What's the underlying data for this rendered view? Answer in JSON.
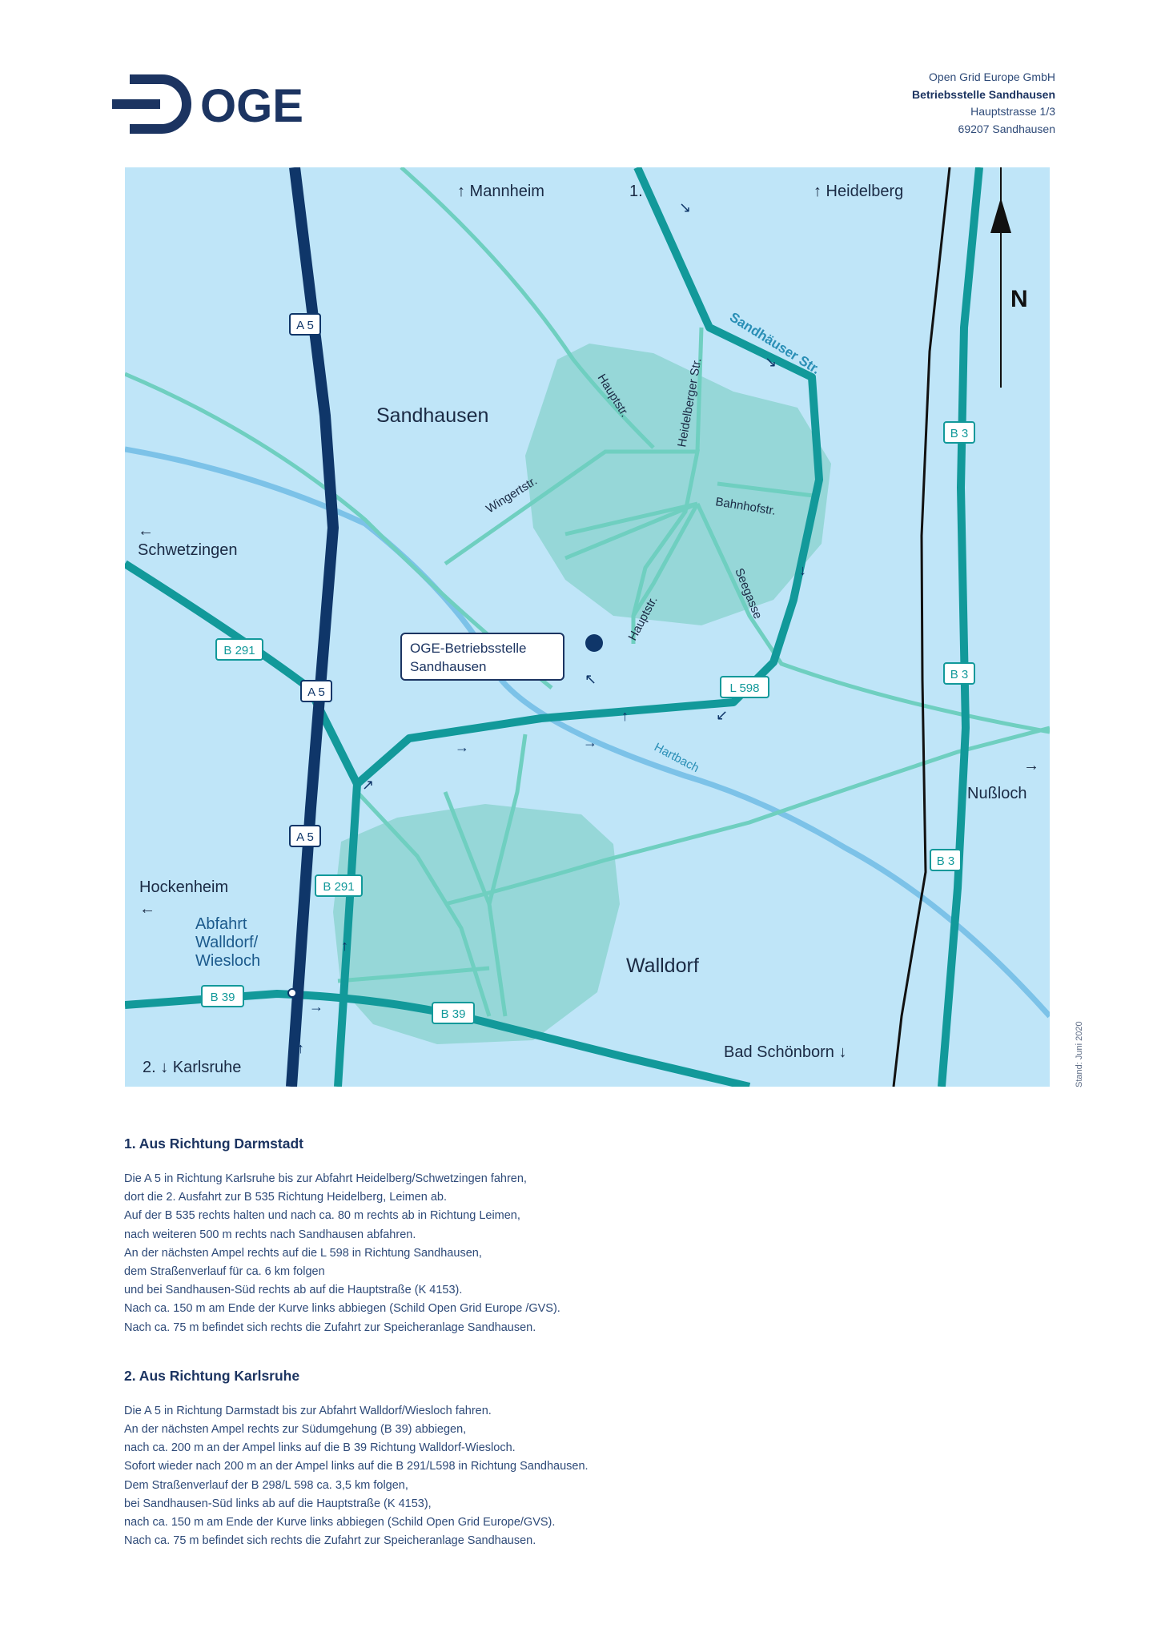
{
  "brand": {
    "name": "OGE"
  },
  "address": {
    "company": "Open Grid Europe GmbH",
    "site": "Betriebsstelle Sandhausen",
    "street": "Hauptstrasse 1/3",
    "city": "69207 Sandhausen"
  },
  "map": {
    "north_label": "N",
    "places": {
      "sandhausen": "Sandhausen",
      "walldorf": "Walldorf"
    },
    "directions": {
      "mannheim": "↑ Mannheim",
      "heidelberg": "↑ Heidelberg",
      "schwetzingen_arrow": "←",
      "schwetzingen": "Schwetzingen",
      "nussloch_arrow": "→",
      "nussloch": "Nußloch",
      "hockenheim": "Hockenheim",
      "hockenheim_arrow": "←",
      "karlsruhe": "2. ↓ Karlsruhe",
      "bad_schoenborn": "Bad Schönborn ↓",
      "route1_marker": "1."
    },
    "exit_label": [
      "Abfahrt",
      "Walldorf/",
      "Wiesloch"
    ],
    "streets": {
      "sandhaeuser": "Sandhäuser Str.",
      "heidelberger": "Heidelberger Str.",
      "hauptstr_north": "Hauptstr.",
      "wingertstr": "Wingertstr.",
      "bahnhofstr": "Bahnhofstr.",
      "seegasse": "Seegasse",
      "hauptstr_south": "Hauptstr.",
      "hartbach": "Hartbach"
    },
    "road_signs": {
      "a5_top": "A 5",
      "a5_mid": "A 5",
      "a5_bottom": "A 5",
      "b3_top": "B 3",
      "b3_mid": "B 3",
      "b3_bottom": "B 3",
      "b291_left": "B 291",
      "b291_bottom": "B 291",
      "b39_left": "B 39",
      "b39_mid": "B 39",
      "l598": "L 598"
    },
    "destination": [
      "OGE-Betriebsstelle",
      "Sandhausen"
    ],
    "colors": {
      "background": "#bfe5f8",
      "motorway": "#0f3669",
      "main_route": "#12999a",
      "secondary_road": "#6fcfc0",
      "town_area": "#96d7d8",
      "river": "#7cc2e8",
      "railway": "#111111"
    }
  },
  "stand_date": "Stand: Juni 2020",
  "routes": [
    {
      "title": "1. Aus Richtung Darmstadt",
      "lines": [
        "Die A 5 in Richtung Karlsruhe bis zur Abfahrt Heidelberg/Schwetzingen fahren,",
        "dort die 2. Ausfahrt zur B 535 Richtung Heidelberg, Leimen ab.",
        "Auf der B 535 rechts halten und nach ca. 80 m rechts ab in Richtung Leimen,",
        "nach weiteren 500 m rechts nach Sandhausen abfahren.",
        "An der nächsten Ampel rechts auf die L 598 in Richtung Sandhausen,",
        "dem Straßenverlauf für ca. 6 km folgen",
        "und bei Sandhausen-Süd rechts ab auf die Hauptstraße (K 4153).",
        "Nach ca. 150 m am Ende der Kurve links abbiegen (Schild Open Grid Europe /GVS).",
        "Nach ca. 75 m befindet sich rechts die Zufahrt zur Speicheranlage Sandhausen."
      ]
    },
    {
      "title": "2. Aus Richtung Karlsruhe",
      "lines": [
        "Die A 5 in Richtung Darmstadt bis zur Abfahrt Walldorf/Wiesloch fahren.",
        "An der nächsten Ampel rechts zur Südumgehung (B 39) abbiegen,",
        "nach ca. 200 m an der Ampel links auf die B 39 Richtung Walldorf-Wiesloch.",
        "Sofort wieder nach 200 m an der Ampel links auf die B 291/L598 in Richtung Sandhausen.",
        "Dem Straßenverlauf der B 298/L 598 ca. 3,5 km folgen,",
        "bei Sandhausen-Süd links ab auf die Hauptstraße (K 4153),",
        "nach ca. 150 m am Ende der Kurve links abbiegen (Schild Open Grid Europe/GVS).",
        "Nach ca. 75 m befindet sich rechts die Zufahrt zur Speicheranlage Sandhausen."
      ]
    }
  ]
}
